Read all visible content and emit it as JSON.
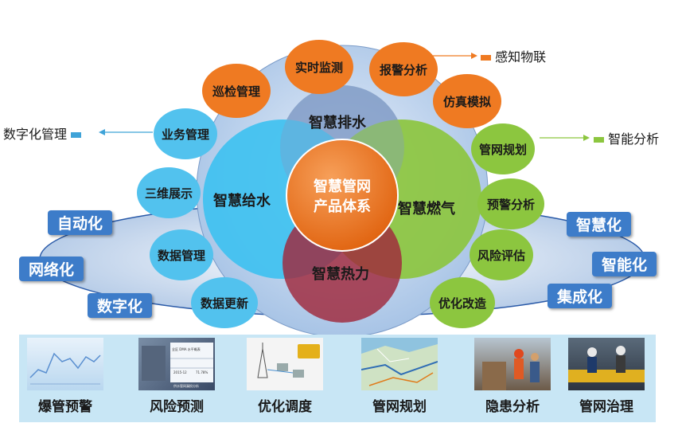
{
  "center": {
    "line1": "智慧管网",
    "line2": "产品体系"
  },
  "venn": {
    "top": "智慧排水",
    "left": "智慧给水",
    "right": "智慧燃气",
    "bottom": "智慧热力"
  },
  "bubbles": [
    {
      "label": "巡检管理",
      "color": "#ef7a22"
    },
    {
      "label": "实时监测",
      "color": "#ef7a22"
    },
    {
      "label": "报警分析",
      "color": "#ef7a22"
    },
    {
      "label": "仿真模拟",
      "color": "#ef7a22"
    },
    {
      "label": "业务管理",
      "color": "#52c2ee"
    },
    {
      "label": "三维展示",
      "color": "#52c2ee"
    },
    {
      "label": "数据管理",
      "color": "#52c2ee"
    },
    {
      "label": "数据更新",
      "color": "#52c2ee"
    },
    {
      "label": "管网规划",
      "color": "#8cc63f"
    },
    {
      "label": "预警分析",
      "color": "#8cc63f"
    },
    {
      "label": "风险评估",
      "color": "#8cc63f"
    },
    {
      "label": "优化改造",
      "color": "#8cc63f"
    }
  ],
  "side_labels": {
    "sensing": "感知物联",
    "digital_mgmt": "数字化管理",
    "smart_analysis": "智能分析"
  },
  "tags": {
    "automation": "自动化",
    "networking": "网络化",
    "digitization": "数字化",
    "smartization": "智慧化",
    "intelligence": "智能化",
    "integration": "集成化"
  },
  "thumb_texts": {
    "risk_header": "全区 DMA 水平概表",
    "risk_bottom": "供水管网漏损分析",
    "risk_c1": "2015-12",
    "risk_c2": "71.78%"
  },
  "captions": [
    "爆管预警",
    "风险预测",
    "优化调度",
    "管网规划",
    "隐患分析",
    "管网治理"
  ],
  "colors": {
    "orange": "#ef7a22",
    "blue": "#52c2ee",
    "green": "#8cc63f",
    "red": "#a0283c",
    "tag": "#3d7cc9"
  }
}
